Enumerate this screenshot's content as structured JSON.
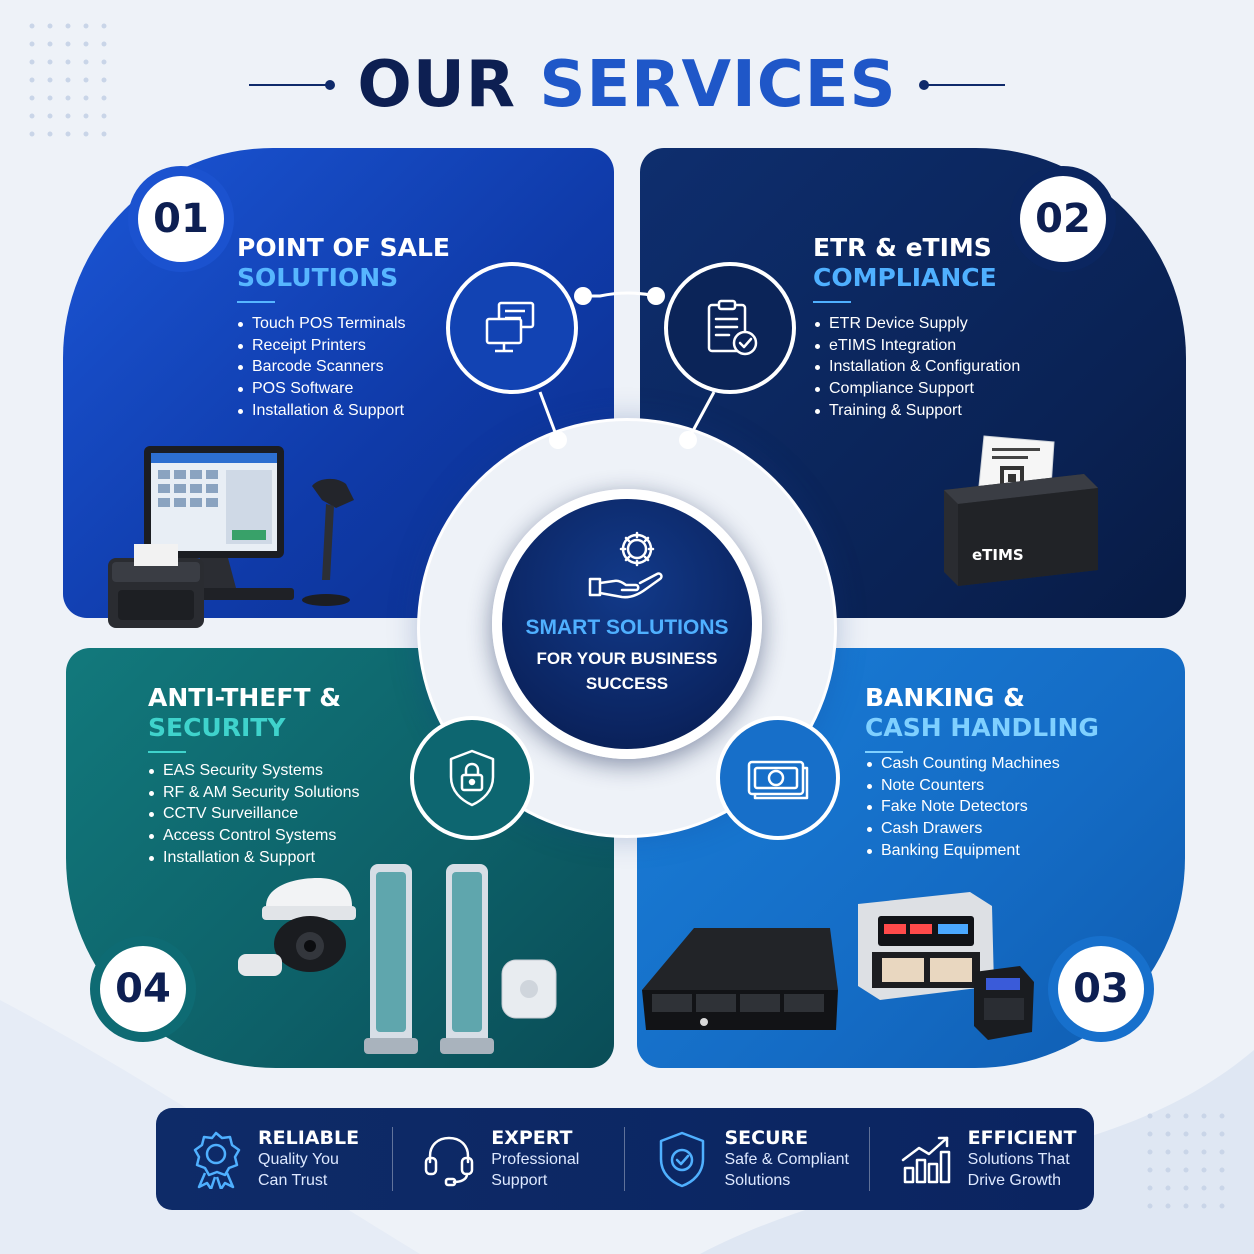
{
  "header": {
    "title_a": "OUR",
    "title_b": "SERVICES"
  },
  "center": {
    "line1": "SMART SOLUTIONS",
    "line2": "FOR YOUR BUSINESS",
    "line3": "SUCCESS",
    "icon": "gear-hand-icon"
  },
  "quadrants": [
    {
      "number": "01",
      "heading_a": "POINT OF SALE",
      "heading_b": "SOLUTIONS",
      "icon": "monitor-icon",
      "items": [
        "Touch POS Terminals",
        "Receipt Printers",
        "Barcode Scanners",
        "POS Software",
        "Installation & Support"
      ]
    },
    {
      "number": "02",
      "heading_a": "ETR & eTIMS",
      "heading_b": "COMPLIANCE",
      "icon": "clipboard-check-icon",
      "items": [
        "ETR Device Supply",
        "eTIMS Integration",
        "Installation & Configuration",
        "Compliance Support",
        "Training & Support"
      ],
      "device_label": "eTIMS"
    },
    {
      "number": "03",
      "heading_a": "BANKING &",
      "heading_b": "CASH HANDLING",
      "icon": "banknote-icon",
      "items": [
        "Cash Counting Machines",
        "Note Counters",
        "Fake Note Detectors",
        "Cash Drawers",
        "Banking Equipment"
      ]
    },
    {
      "number": "04",
      "heading_a": "ANTI-THEFT &",
      "heading_b": "SECURITY",
      "icon": "shield-lock-icon",
      "items": [
        "EAS Security Systems",
        "RF & AM Security Solutions",
        "CCTV Surveillance",
        "Access Control Systems",
        "Installation & Support"
      ]
    }
  ],
  "footer": [
    {
      "title": "RELIABLE",
      "line1": "Quality You",
      "line2": "Can Trust",
      "icon": "award-badge-icon"
    },
    {
      "title": "EXPERT",
      "line1": "Professional",
      "line2": "Support",
      "icon": "headset-icon"
    },
    {
      "title": "SECURE",
      "line1": "Safe & Compliant",
      "line2": "Solutions",
      "icon": "shield-check-icon"
    },
    {
      "title": "EFFICIENT",
      "line1": "Solutions That",
      "line2": "Drive Growth",
      "icon": "growth-chart-icon"
    }
  ],
  "colors": {
    "navy": "#0d1f52",
    "royal": "#1b56d6",
    "dark_navy": "#0a2254",
    "teal": "#0d6068",
    "sky": "#1a7ed8",
    "cyan_accent": "#4fb0ff"
  }
}
